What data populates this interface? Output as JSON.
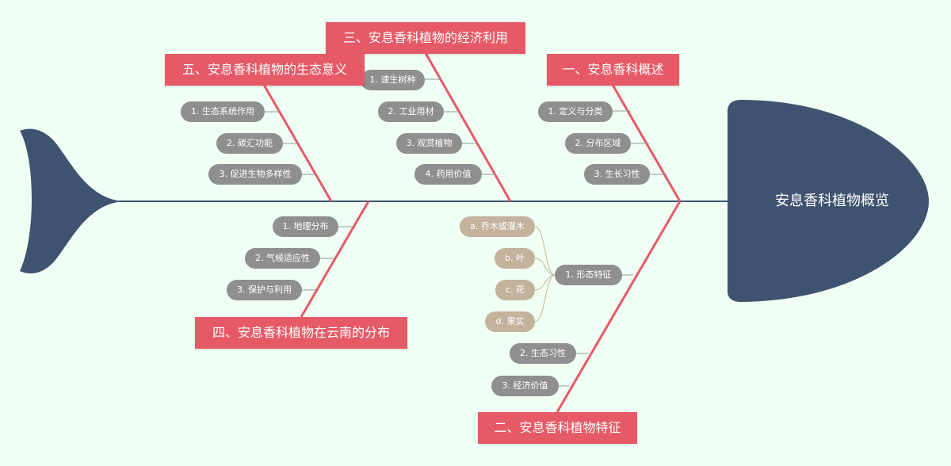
{
  "title": "安息香科植物概览",
  "colors": {
    "background": "#f0fff4",
    "fish_body": "#3f5370",
    "category": "#e55a66",
    "topic_pill": "#8f8f8f",
    "subtopic_pill": "#c4b29c"
  },
  "categories": [
    {
      "label": "一、安息香科概述",
      "topics": [
        "1. 定义与分类",
        "2. 分布区域",
        "3. 生长习性"
      ]
    },
    {
      "label": "二、安息香科植物特征",
      "topics": [
        "1. 形态特征",
        "2. 生态习性",
        "3. 经济价值"
      ],
      "subtopics": [
        "a. 乔木或灌木",
        "b. 叶",
        "c. 花",
        "d. 果实"
      ]
    },
    {
      "label": "三、安息香科植物的经济利用",
      "topics": [
        "1. 速生树种",
        "2. 工业用材",
        "3. 观赏植物",
        "4. 药用价值"
      ]
    },
    {
      "label": "四、安息香科植物在云南的分布",
      "topics": [
        "1. 地理分布",
        "2. 气候适应性",
        "3. 保护与利用"
      ]
    },
    {
      "label": "五、安息香科植物的生态意义",
      "topics": [
        "1. 生态系统作用",
        "2. 碳汇功能",
        "3. 促进生物多样性"
      ]
    }
  ]
}
